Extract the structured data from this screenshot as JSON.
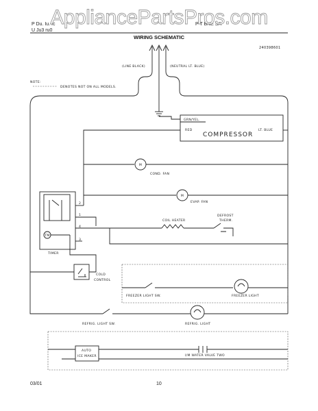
{
  "watermark": "AppliancePartsPros.com",
  "header": {
    "left_line1": "P  Du.   Iu.    Ic",
    "left_line2": "U   Ju3   ru0",
    "right": "P  T  BNE  SA",
    "title": "WIRING SCHEMATIC",
    "doc_number": "240398601"
  },
  "labels": {
    "line": "(LINE BLACK)",
    "neutral": "(NEUTRAL LT. BLUE)",
    "note_title": "NOTE:",
    "note_text": "DENOTES NOT ON ALL MODELS.",
    "grn_yel": "GRN/YEL.",
    "red": "RED",
    "lt_blue": "LT. BLUE",
    "compressor": "COMPRESSOR",
    "cond_fan": "COND. FAN",
    "evap_fan": "EVAP. FAN",
    "coil_heater": "COIL HEATER",
    "defrost_1": "DEFROST",
    "defrost_2": "THERM.",
    "timer": "TIMER",
    "tm": "TM",
    "term_2": "2",
    "term_1": "1",
    "term_4": "4",
    "term_3": "3",
    "cold_1": "COLD",
    "cold_2": "CONTROL",
    "freezer_light_sw": "FREEZER LIGHT SW.",
    "freezer_light": "FREEZER LIGHT",
    "refrig_light_sw": "REFRIG. LIGHT SW.",
    "refrig_light": "REFRIG. LIGHT",
    "auto_1": "AUTO",
    "auto_2": "ICE MAKER",
    "ih_valve": "I/M WATER VALVE TWO",
    "motor_symbol": "M"
  },
  "footer": {
    "date": "03/01",
    "page": "10"
  }
}
